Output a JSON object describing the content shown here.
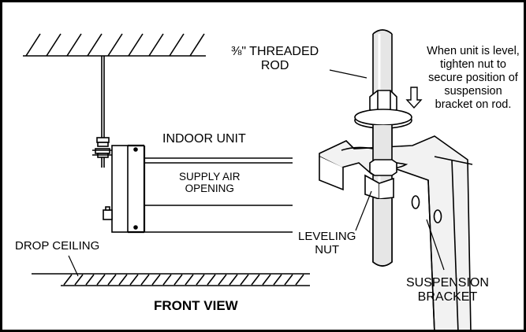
{
  "labels": {
    "threaded_rod": "⅜\" THREADED\nROD",
    "note": "When unit is level, tighten nut to secure position of suspension bracket on rod.",
    "indoor_unit": "INDOOR UNIT",
    "supply_air_opening": "SUPPLY AIR\nOPENING",
    "drop_ceiling": "DROP CEILING",
    "leveling_nut": "LEVELING\nNUT",
    "suspension_bracket": "SUSPENSION\nBRACKET",
    "front_view": "FRONT VIEW"
  },
  "colors": {
    "line": "#000000",
    "background": "#ffffff",
    "rod_fill": "#e6e6e6",
    "bracket_fill": "#f2f2f2"
  },
  "icons": {
    "tighten_arrow": "arrow-down-icon"
  }
}
